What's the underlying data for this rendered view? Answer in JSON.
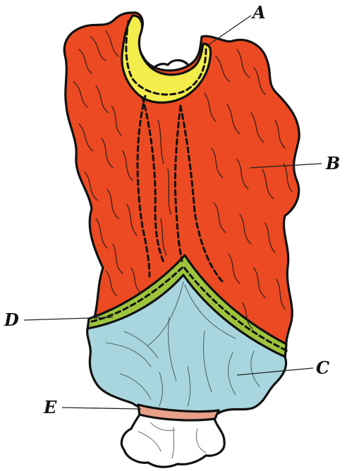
{
  "figure": {
    "labels": {
      "a": "A",
      "b": "B",
      "c": "C",
      "d": "D",
      "e": "E"
    }
  },
  "colors": {
    "upper_region": "#ec4a22",
    "cap_band": "#f4ee4c",
    "middle_band": "#9dc43c",
    "lower_region": "#a9d6de",
    "bottom_band": "#e8a089",
    "tissue": "#ffffff",
    "outline": "#111111"
  }
}
